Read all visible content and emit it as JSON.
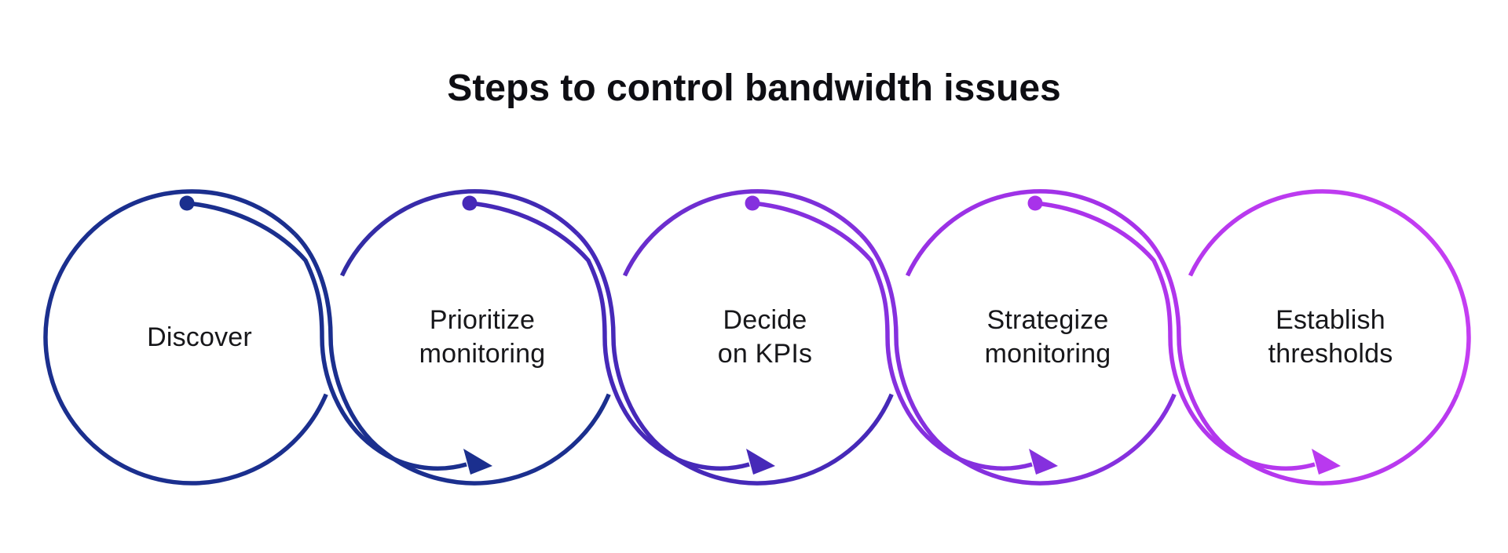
{
  "title": "Steps to control bandwidth issues",
  "steps": [
    {
      "label": "Discover",
      "color": "#1b2f8e",
      "has_dot": true,
      "has_arrow_in": false
    },
    {
      "label": "Prioritize\nmonitoring",
      "color": "#4629b8",
      "has_dot": true,
      "has_arrow_in": true
    },
    {
      "label": "Decide\non KPIs",
      "color": "#8530de",
      "has_dot": true,
      "has_arrow_in": true
    },
    {
      "label": "Strategize\nmonitoring",
      "color": "#a832ea",
      "has_dot": true,
      "has_arrow_in": true
    },
    {
      "label": "Establish\nthresholds",
      "color": "#c43df2",
      "has_dot": false,
      "has_arrow_in": true
    }
  ],
  "colors": {
    "background": "#ffffff",
    "title_text": "#0e0e13",
    "label_text": "#17171a"
  }
}
